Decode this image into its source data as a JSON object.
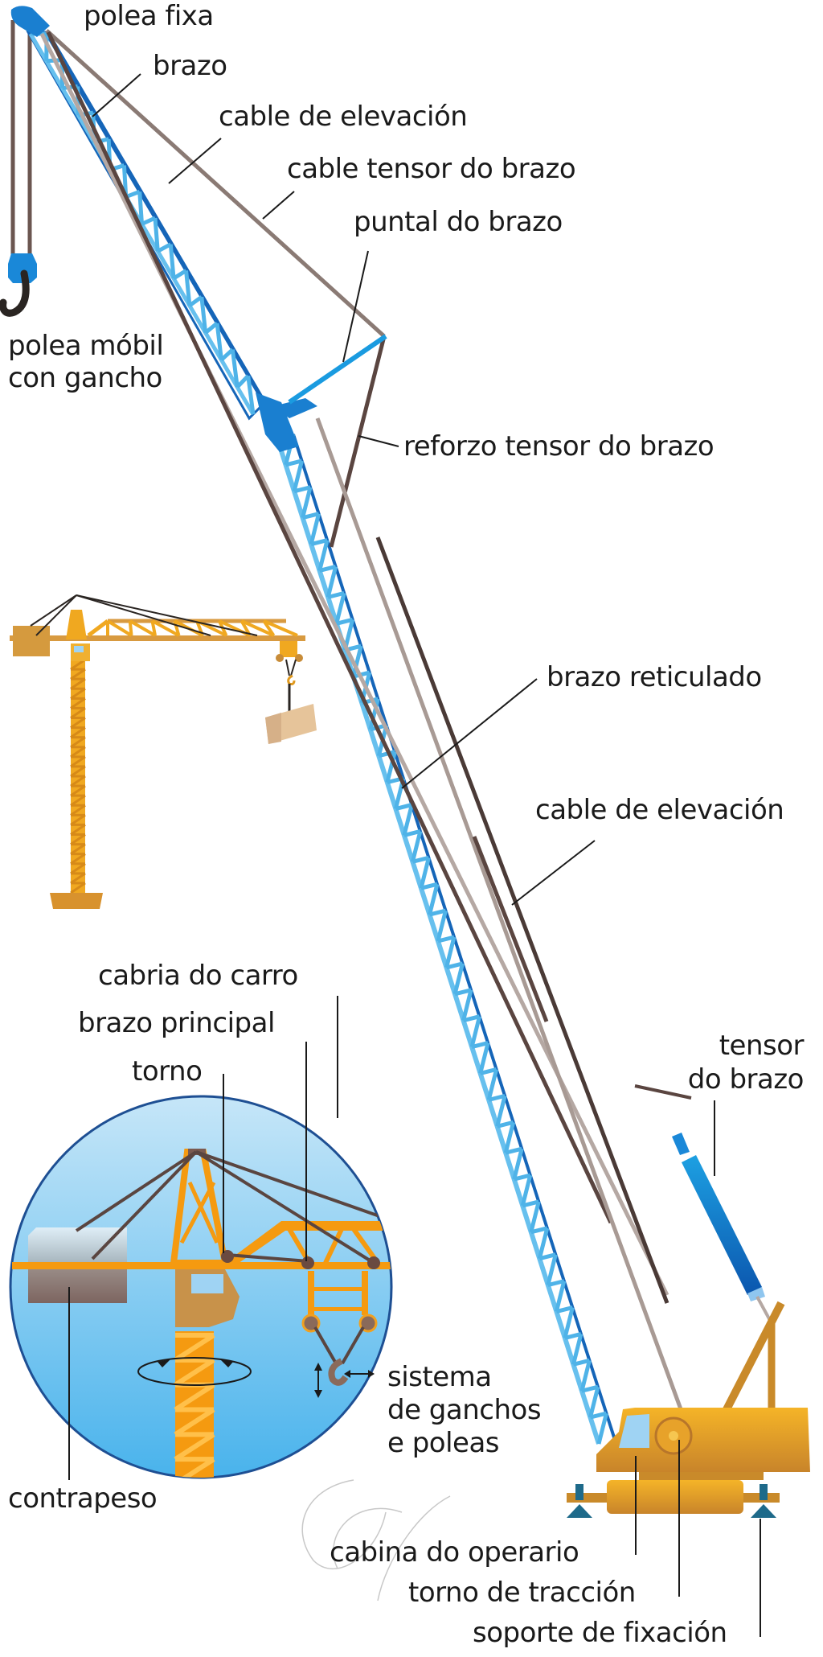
{
  "diagram": {
    "title": "Grúa de celosía e grúa torre",
    "colors": {
      "boom_blue": "#4fb3e8",
      "boom_dark": "#1565b8",
      "cable_brown": "#5a4540",
      "cable_light": "#b5a8a3",
      "crane_orange": "#f2a516",
      "circle_sky": "#8ccdf0",
      "circle_border": "#1e4f93",
      "leader_line": "#1a1a1a"
    },
    "labels": {
      "polea_fixa": "polea fixa",
      "brazo": "brazo",
      "cable_elevacion_top": "cable de elevación",
      "cable_tensor_brazo": "cable tensor do brazo",
      "puntal_brazo": "puntal do brazo",
      "polea_mobil_l1": "polea móbil",
      "polea_mobil_l2": "con gancho",
      "reforzo_tensor": "reforzo tensor do brazo",
      "brazo_reticulado": "brazo reticulado",
      "cable_elevacion_mid": "cable de elevación",
      "cabria_carro": "cabria do carro",
      "brazo_principal": "brazo principal",
      "torno": "torno",
      "tensor_l1": "tensor",
      "tensor_l2": "do brazo",
      "sistema_l1": "sistema",
      "sistema_l2": "de ganchos",
      "sistema_l3": "e poleas",
      "contrapeso": "contrapeso",
      "cabina": "cabina do operario",
      "torno_traccion": "torno de tracción",
      "soporte": "soporte de fixación"
    }
  }
}
